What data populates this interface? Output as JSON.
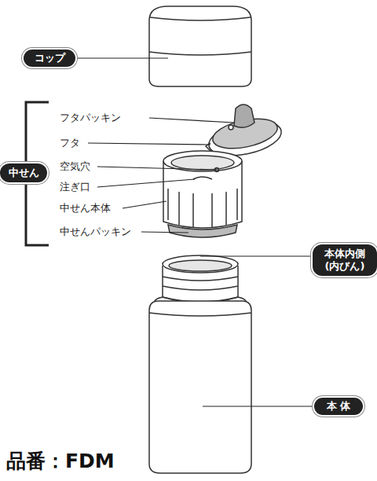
{
  "diagram": {
    "nodes": [
      {
        "text": [
          "コップ"
        ]
      },
      {
        "text": [
          "中せん"
        ]
      },
      {
        "text": [
          "本体内側 (内びん)"
        ]
      },
      {
        "text": [
          "本 体"
        ]
      }
    ],
    "labels": [
      "フタパッキン",
      "フタ",
      "空気穴",
      "注ぎ口",
      "中せん本体",
      "中せんパッキン",
      "品番：FDM"
    ]
  }
}
